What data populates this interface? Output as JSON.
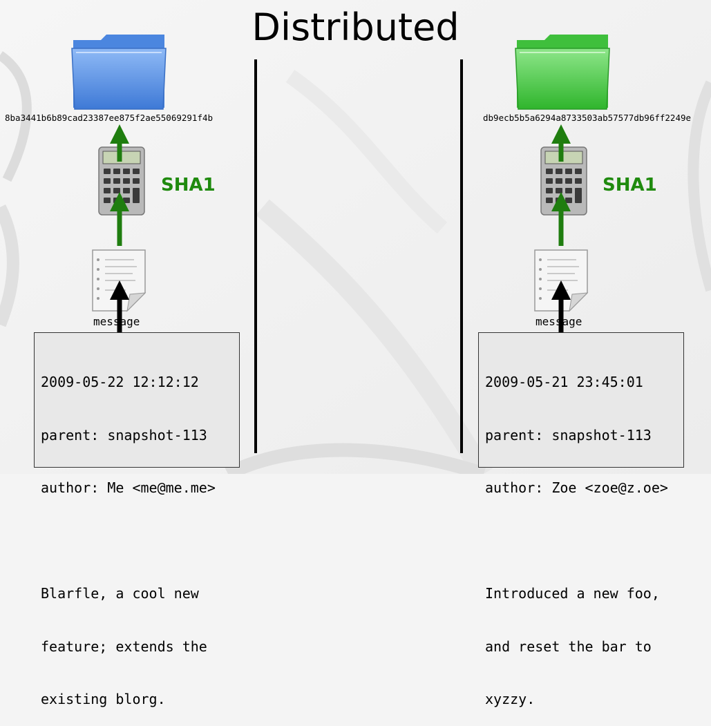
{
  "title": "Distributed",
  "left": {
    "hash": "8ba3441b6b89cad23387ee875f2ae55069291f4b",
    "hash_label": "SHA1",
    "message_label": "message",
    "folder_color": "#5b95e8",
    "commit": {
      "date": "2009-05-22 12:12:12",
      "parent": "parent: snapshot-113",
      "author": "author: Me <me@me.me>",
      "body": [
        "Blarfle, a cool new",
        "feature; extends the",
        "existing blorg."
      ]
    }
  },
  "right": {
    "hash": "db9ecb5b5a6294a8733503ab57577db96ff2249e",
    "hash_label": "SHA1",
    "message_label": "message",
    "folder_color": "#4cc84a",
    "commit": {
      "date": "2009-05-21 23:45:01",
      "parent": "parent: snapshot-113",
      "author": "author: Zoe <zoe@z.oe>",
      "body": [
        "Introduced a new foo,",
        "and reset the bar to",
        "xyzzy."
      ]
    }
  },
  "colors": {
    "arrow_green": "#1f7d0f",
    "arrow_black": "#000000",
    "sha_text": "#1f8a0e"
  },
  "icons": [
    "folder-icon",
    "calculator-icon",
    "document-icon"
  ]
}
